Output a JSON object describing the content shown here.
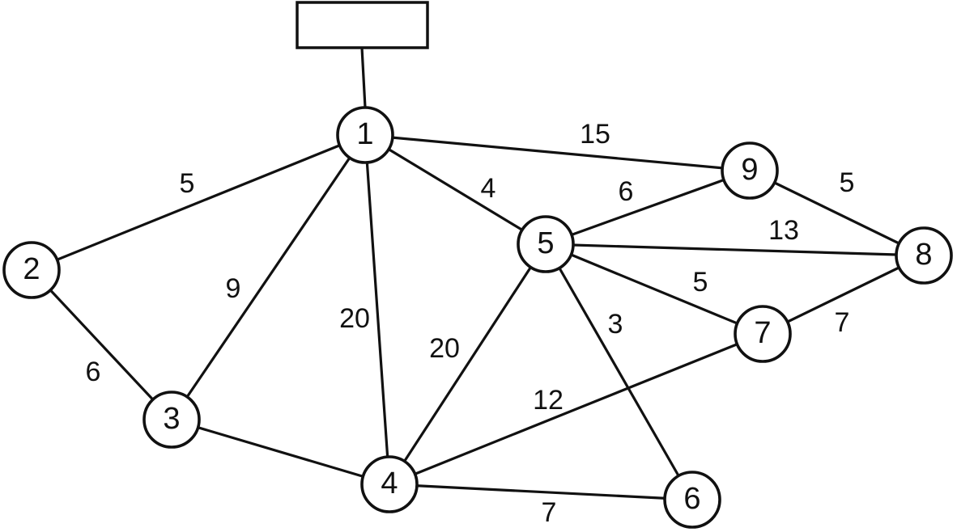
{
  "diagram": {
    "nodes": [
      {
        "id": "1",
        "label": "1"
      },
      {
        "id": "2",
        "label": "2"
      },
      {
        "id": "3",
        "label": "3"
      },
      {
        "id": "4",
        "label": "4"
      },
      {
        "id": "5",
        "label": "5"
      },
      {
        "id": "6",
        "label": "6"
      },
      {
        "id": "7",
        "label": "7"
      },
      {
        "id": "8",
        "label": "8"
      },
      {
        "id": "9",
        "label": "9"
      }
    ],
    "edges": [
      {
        "from": "1",
        "to": "2",
        "weight": "5"
      },
      {
        "from": "1",
        "to": "3",
        "weight": "9"
      },
      {
        "from": "1",
        "to": "4",
        "weight": "20"
      },
      {
        "from": "1",
        "to": "5",
        "weight": "4"
      },
      {
        "from": "1",
        "to": "9",
        "weight": "15"
      },
      {
        "from": "2",
        "to": "3",
        "weight": "6"
      },
      {
        "from": "3",
        "to": "4",
        "weight": ""
      },
      {
        "from": "4",
        "to": "5",
        "weight": "20"
      },
      {
        "from": "4",
        "to": "6",
        "weight": "7"
      },
      {
        "from": "4",
        "to": "7",
        "weight": "12"
      },
      {
        "from": "5",
        "to": "6",
        "weight": "3"
      },
      {
        "from": "5",
        "to": "7",
        "weight": "5"
      },
      {
        "from": "5",
        "to": "8",
        "weight": "13"
      },
      {
        "from": "5",
        "to": "9",
        "weight": "6"
      },
      {
        "from": "7",
        "to": "8",
        "weight": "7"
      },
      {
        "from": "9",
        "to": "8",
        "weight": "5"
      }
    ]
  }
}
